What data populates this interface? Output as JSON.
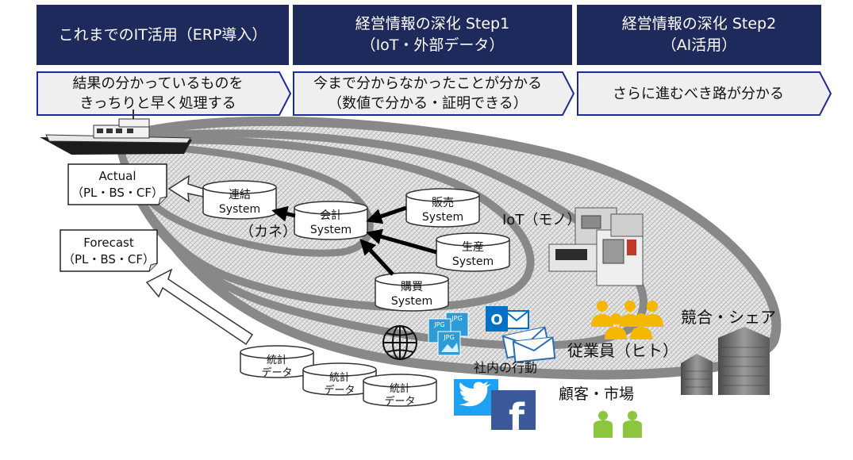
{
  "headers": [
    {
      "lines": [
        "これまでのIT活用（ERP導入）"
      ]
    },
    {
      "lines": [
        "経営情報の深化 Step1",
        "（IoT・外部データ）"
      ]
    },
    {
      "lines": [
        "経営情報の深化 Step2",
        "（AI活用）"
      ]
    }
  ],
  "banners": [
    {
      "lines": [
        "結果の分かっているものを",
        "きっちりと早く処理する"
      ]
    },
    {
      "lines": [
        "今まで分からなかったことが分かる",
        "（数値で分かる・証明できる）"
      ]
    },
    {
      "lines": [
        "さらに進むべき路が分かる"
      ]
    }
  ],
  "actual": {
    "line1": "Actual",
    "line2": "（PL・BS・CF）"
  },
  "forecast": {
    "line1": "Forecast",
    "line2": "（PL・BS・CF）"
  },
  "systems": {
    "consolidation": {
      "name": "連結",
      "sys": "System"
    },
    "accounting": {
      "name": "会計",
      "sys": "System"
    },
    "sales": {
      "name": "販売",
      "sys": "System"
    },
    "production": {
      "name": "生産",
      "sys": "System"
    },
    "purchasing": {
      "name": "購買",
      "sys": "System"
    }
  },
  "labels": {
    "money": "（カネ）",
    "iot": "IoT（モノ）",
    "competition": "競合・シェア",
    "employees": "従業員（ヒト）",
    "internal": "社内の行動",
    "customers": "顧客・市場"
  },
  "stats": [
    {
      "line1": "統計",
      "line2": "データ"
    },
    {
      "line1": "統計",
      "line2": "データ"
    },
    {
      "line1": "統計",
      "line2": "データ"
    }
  ],
  "icon_text": {
    "jpg": "JPG",
    "outlook": "O",
    "facebook": "f"
  },
  "colors": {
    "header_bg": "#1f2a5c",
    "arrow_border": "#1f2a9c",
    "arrow_fill": "#efefef",
    "employee_icon": "#f5b800",
    "customer_icon": "#8cc63f",
    "twitter": "#1da1f2",
    "facebook": "#3b5998",
    "outlook": "#0072c6"
  }
}
